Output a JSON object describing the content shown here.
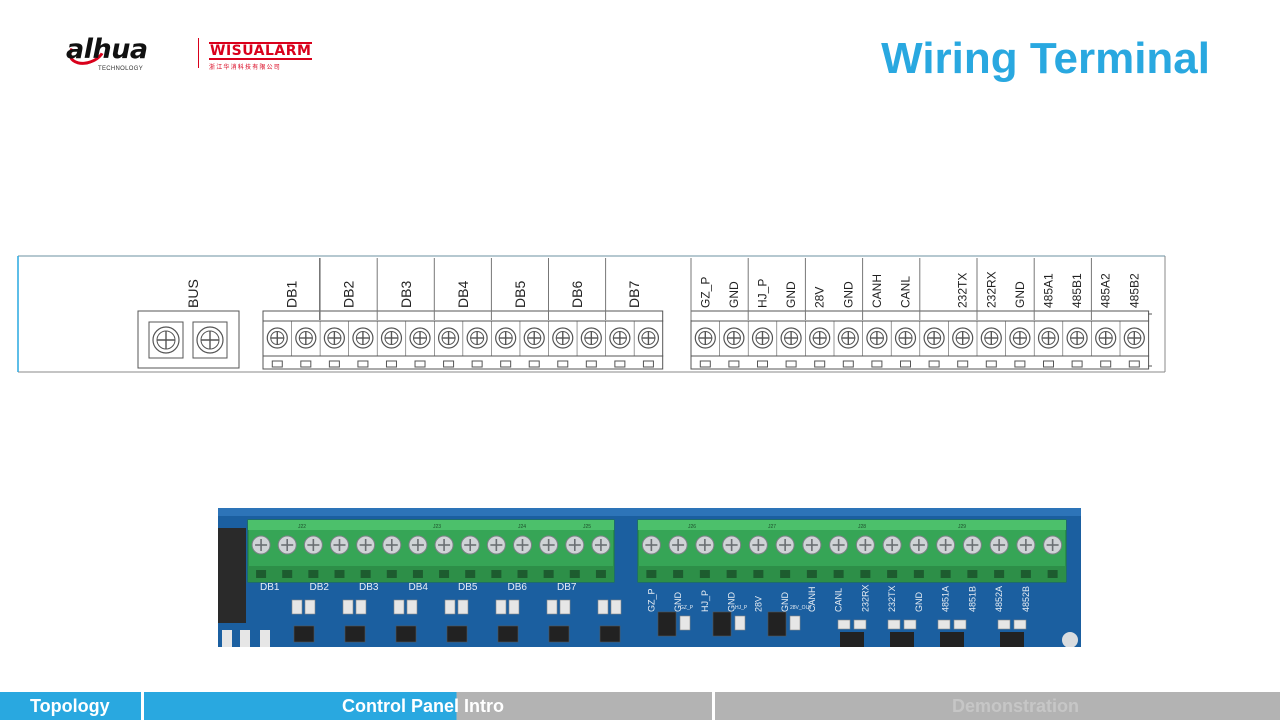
{
  "header": {
    "brand_primary": "alhua",
    "brand_primary_sub": "TECHNOLOGY",
    "brand_secondary": "WISUALARM",
    "brand_secondary_sub": "浙江华消科技有限公司",
    "title": "Wiring Terminal",
    "title_color": "#29a8e0",
    "brand_color": "#d9001b"
  },
  "diagram": {
    "bus_label": "BUS",
    "left_block_labels": [
      "DB1",
      "DB2",
      "DB3",
      "DB4",
      "DB5",
      "DB6",
      "DB7"
    ],
    "right_block_labels": [
      "GZ_P",
      "GND",
      "HJ_P",
      "GND",
      "28V",
      "GND",
      "CANH",
      "CANL",
      "232TX",
      "232RX",
      "GND",
      "485A1",
      "485B1",
      "485A2",
      "485B2"
    ]
  },
  "photo": {
    "pcb_color": "#1b5fa0",
    "terminal_color": "#36a556",
    "header_labels": [
      "J22",
      "J23",
      "J24",
      "J25",
      "J26",
      "J27",
      "J28",
      "J29"
    ],
    "left_labels": [
      "DB1",
      "DB2",
      "DB3",
      "DB4",
      "DB5",
      "DB6",
      "DB7"
    ],
    "right_labels": [
      "GZ_P",
      "GND",
      "HJ_P",
      "GND",
      "28V",
      "GND",
      "CANH",
      "CANL",
      "232RX",
      "232TX",
      "GND",
      "4851A",
      "4851B",
      "4852A",
      "4852B"
    ],
    "small_labels": [
      "GZ_P",
      "HJ_P",
      "28V_OUT"
    ]
  },
  "nav": {
    "items": [
      "Topology",
      "Control Panel Intro",
      "Demonstration"
    ],
    "active_color": "#29a8e0",
    "inactive_color": "#b3b3b3"
  }
}
